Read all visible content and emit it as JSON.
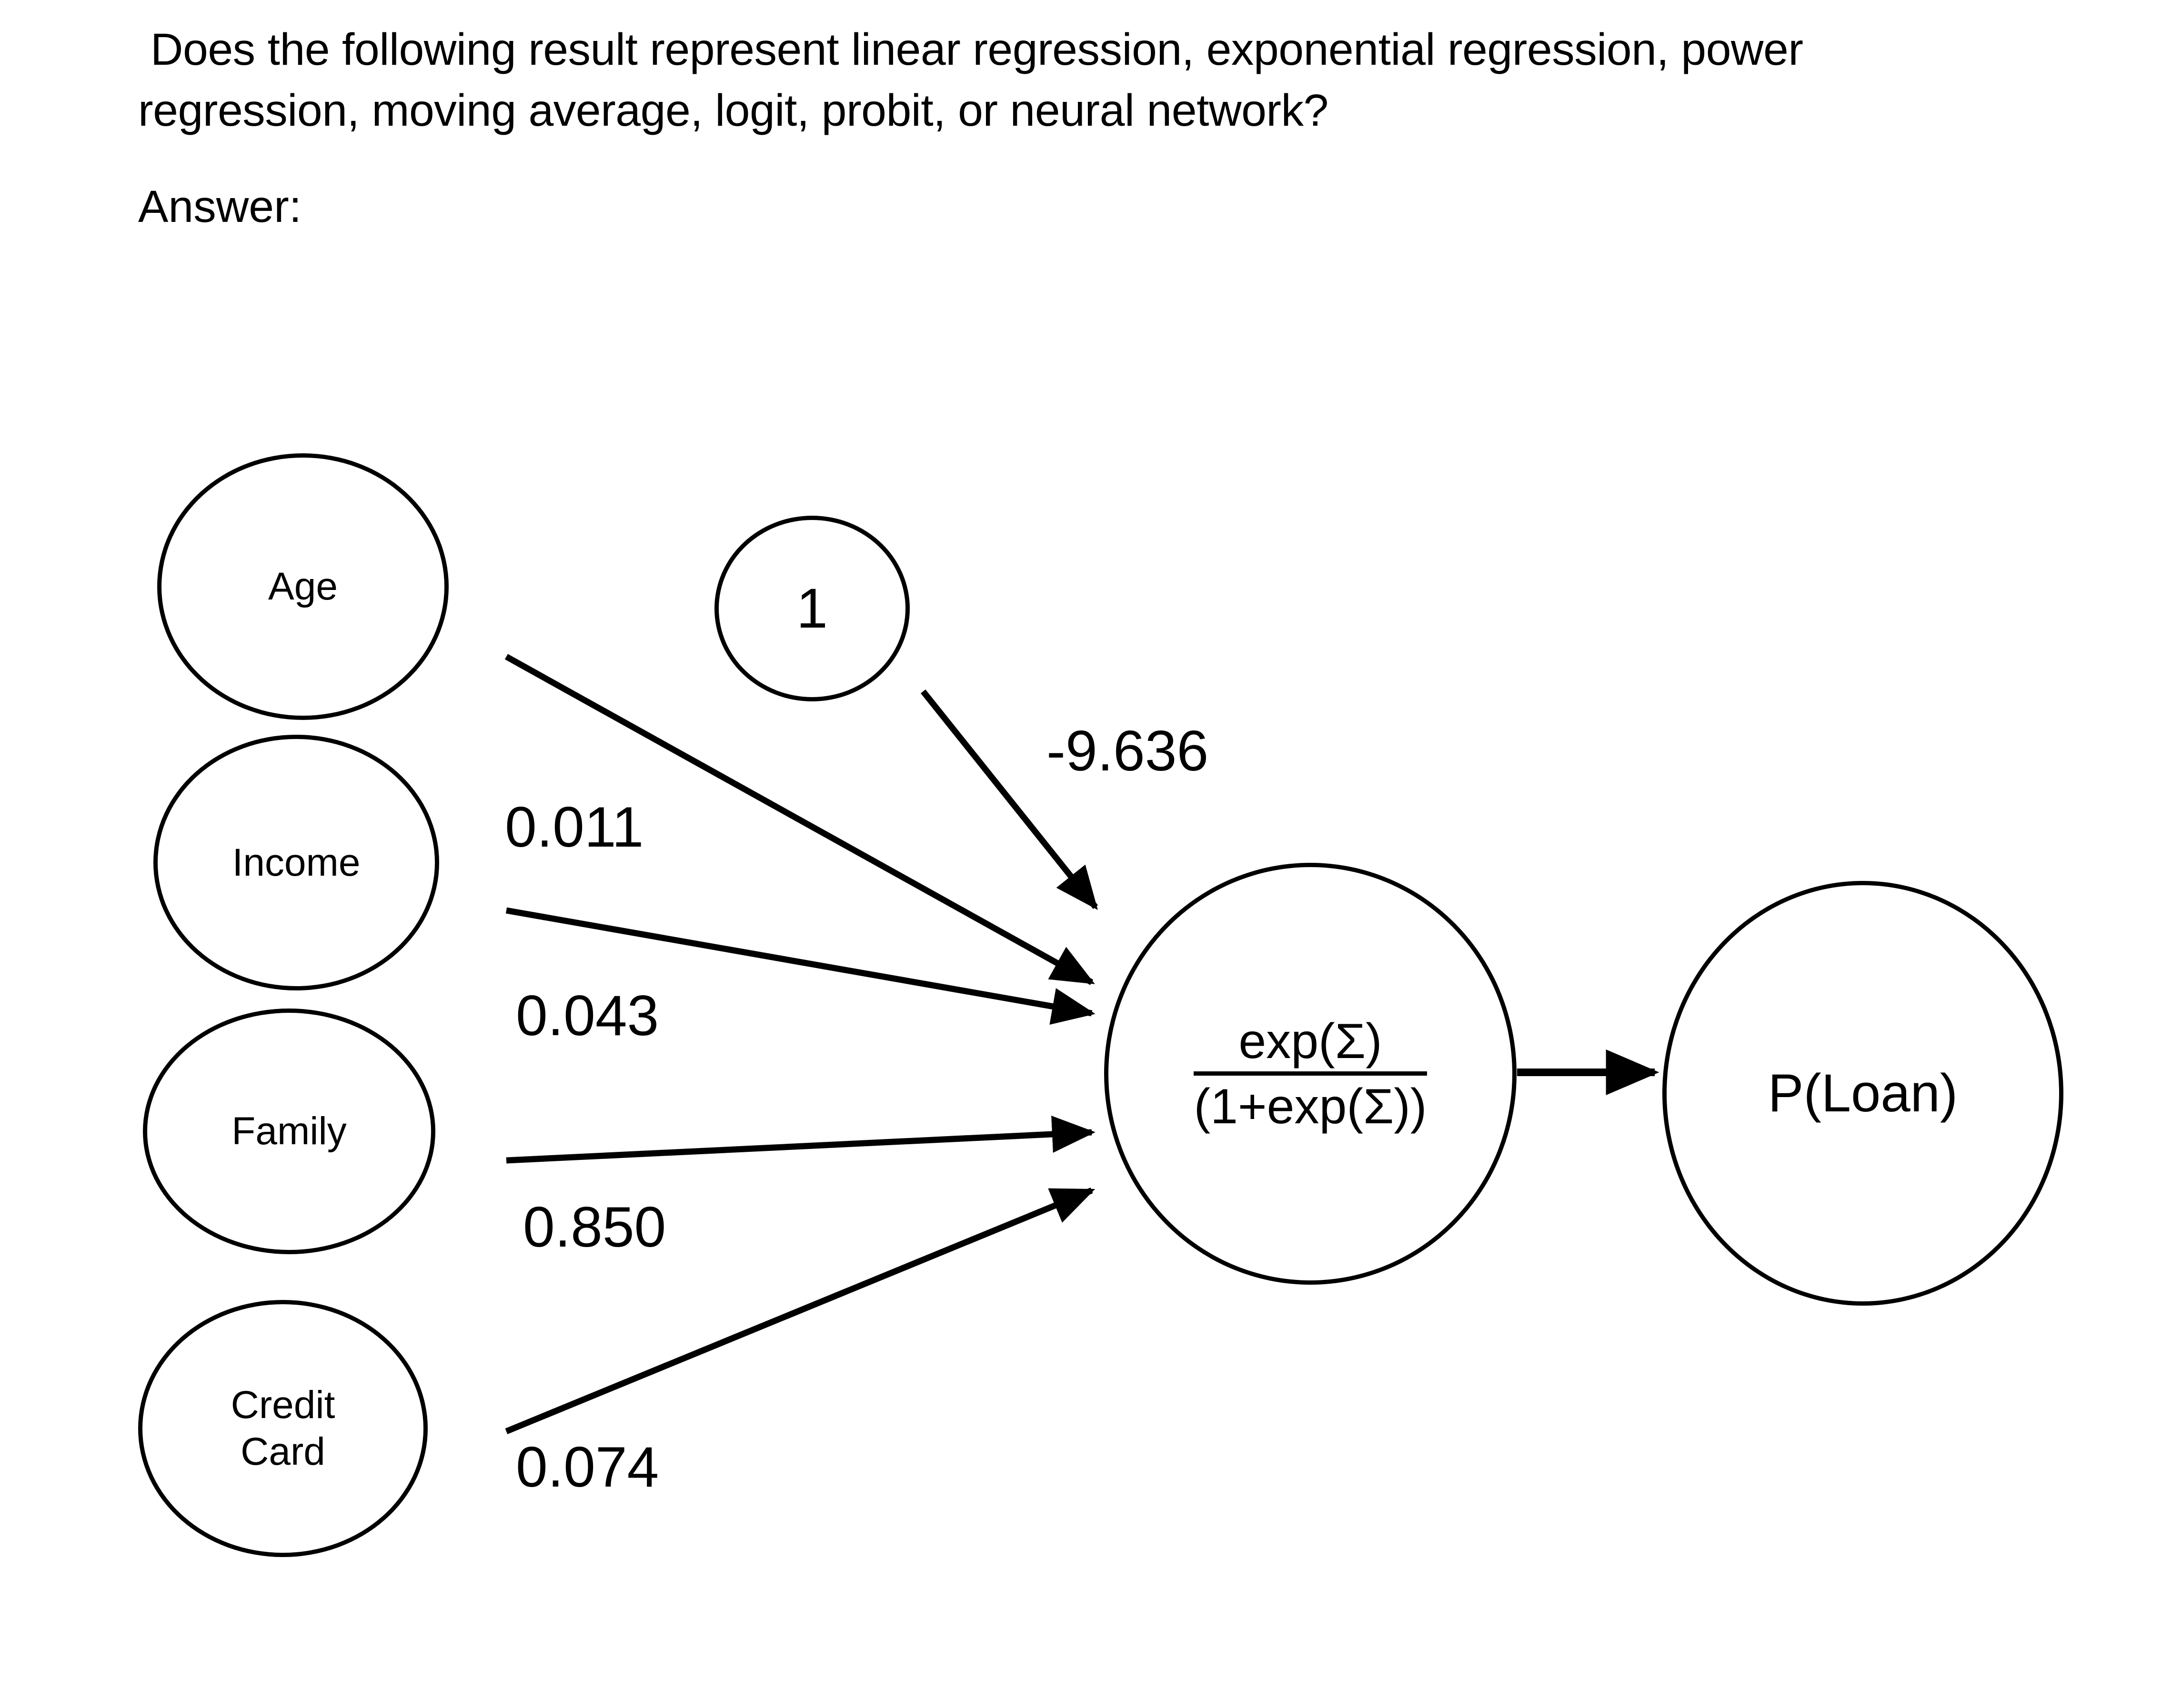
{
  "question": {
    "line1": " Does the following result represent linear regression, exponential regression, power",
    "line2": "regression, moving average, logit, probit, or neural network?",
    "answer_label": "Answer:"
  },
  "diagram": {
    "title": "logistic-regression-network",
    "stroke_color": "#000000",
    "background_color": "#ffffff",
    "input_nodes": [
      {
        "id": "age",
        "label": "Age"
      },
      {
        "id": "income",
        "label": "Income"
      },
      {
        "id": "family",
        "label": "Family"
      },
      {
        "id": "creditcard",
        "label": "Credit\nCard"
      }
    ],
    "bias_node": {
      "id": "bias",
      "label": "1"
    },
    "hidden_node": {
      "id": "sigmoid",
      "numerator": "exp(Σ)",
      "denominator": "(1+exp(Σ))"
    },
    "output_node": {
      "id": "ploan",
      "label": "P(Loan)"
    },
    "weights": [
      {
        "from": "bias",
        "to": "sigmoid",
        "value": "-9.636"
      },
      {
        "from": "age",
        "to": "sigmoid",
        "value": "0.011"
      },
      {
        "from": "income",
        "to": "sigmoid",
        "value": "0.043"
      },
      {
        "from": "family",
        "to": "sigmoid",
        "value": "0.850"
      },
      {
        "from": "creditcard",
        "to": "sigmoid",
        "value": "0.074"
      }
    ]
  }
}
